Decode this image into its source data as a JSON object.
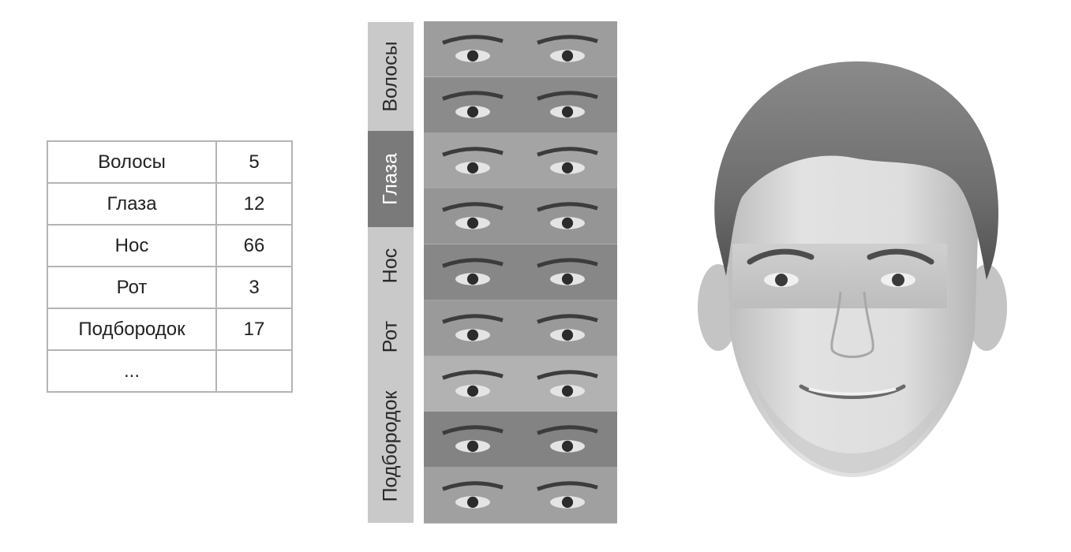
{
  "feature_table": {
    "rows": [
      {
        "name": "Волосы",
        "value": "5"
      },
      {
        "name": "Глаза",
        "value": "12"
      },
      {
        "name": "Нос",
        "value": "66"
      },
      {
        "name": "Рот",
        "value": "3"
      },
      {
        "name": "Подбородок",
        "value": "17"
      },
      {
        "name": "...",
        "value": ""
      }
    ]
  },
  "category_bar": {
    "segments": [
      {
        "label": "Волосы",
        "active": false
      },
      {
        "label": "Глаза",
        "active": true
      },
      {
        "label": "Нос",
        "active": false
      },
      {
        "label": "Рот",
        "active": false
      },
      {
        "label": "Подбородок",
        "active": false
      }
    ],
    "colors": {
      "inactive": "#c9c9c9",
      "active": "#7a7a7a"
    }
  },
  "eye_strips": {
    "count": 9,
    "palette": [
      "#9d9d9d",
      "#8b8b8b",
      "#a4a4a4",
      "#959595",
      "#878787",
      "#9a9a9a",
      "#b2b2b2",
      "#838383",
      "#a0a0a0"
    ]
  },
  "face": {
    "icon": "composite-face-photo",
    "skin_color": "#dcdcdc",
    "hair_color": "#7c7c7c"
  }
}
